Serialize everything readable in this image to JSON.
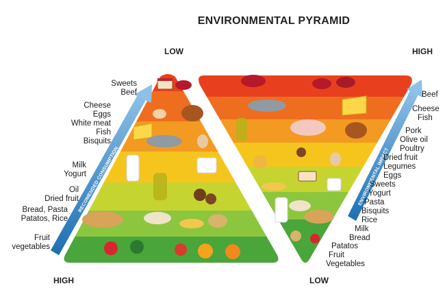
{
  "title": "ENVIRONMENTAL PYRAMID",
  "corners": {
    "left_top": "LOW",
    "left_bottom": "HIGH",
    "right_top": "HIGH",
    "right_bottom": "LOW"
  },
  "arrows": {
    "left": "RECOMENDED CONSUMPTION",
    "right": "ENVIRONMENTAL IMPACT"
  },
  "left_labels": [
    [
      "Sweets",
      "Beef"
    ],
    [
      "Cheese",
      "Eggs",
      "White meat",
      "Fish",
      "Bisquits"
    ],
    [
      "Milk",
      "Yogurt"
    ],
    [
      "Oil",
      "Dried fruit"
    ],
    [
      "Bread, Pasta",
      "Patatos, Rice"
    ],
    [
      "Fruit",
      "vegetables"
    ]
  ],
  "right_labels": [
    [
      "Beef"
    ],
    [
      "Cheese",
      "Fish"
    ],
    [
      "Pork",
      "Olive oil",
      "Poultry"
    ],
    [
      "Dried fruit",
      "Legumes",
      "Eggs"
    ],
    [
      "Sweets",
      "Yogurt",
      "Pasta",
      "Bisquits",
      "Rice",
      "Milk",
      "Bread"
    ],
    [
      "Patatos",
      "Fruit",
      "Vegetables"
    ]
  ],
  "colors": {
    "band_red": "#e8401e",
    "band_orange": "#ef6d1f",
    "band_amber": "#f39a22",
    "band_yellow": "#f6c51d",
    "band_lime": "#c6d431",
    "band_green": "#8cc63f",
    "band_darkgreen": "#4aa53a",
    "arrow_blue": "#2e86c8"
  }
}
